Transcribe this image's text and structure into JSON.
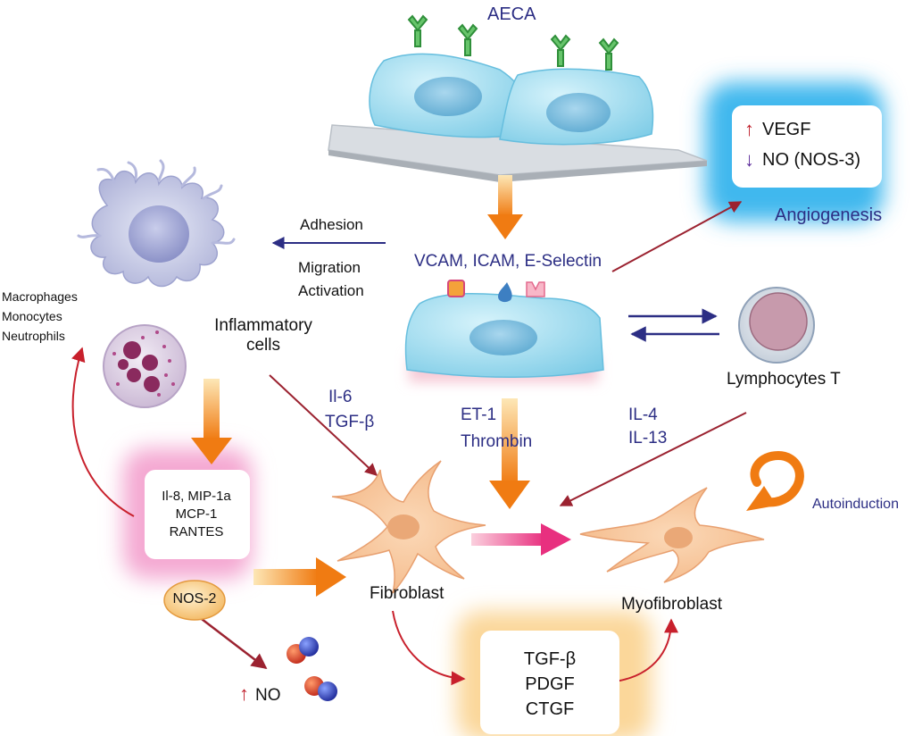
{
  "top": {
    "aeca": "AECA"
  },
  "angiogenesis": {
    "vegf_arrow": "↑",
    "vegf": "VEGF",
    "no_arrow": "↓",
    "no": "NO (NOS-3)",
    "label": "Angiogenesis"
  },
  "endothelium": {
    "adhesion_molecules": "VCAM, ICAM, E-Selectin",
    "et1": "ET-1",
    "thrombin": "Thrombin"
  },
  "inflammation": {
    "adhesion": "Adhesion",
    "migration": "Migration",
    "activation": "Activation",
    "cells_line1": "Inflammatory",
    "cells_line2": "cells",
    "types": [
      "Macrophages",
      "Monocytes",
      "Neutrophils"
    ]
  },
  "cytokines": {
    "il6": "Il-6",
    "tgfb": "TGF-β",
    "il4": "IL-4",
    "il13": "IL-13"
  },
  "chemokine_box": [
    "Il-8, MIP-1a",
    "MCP-1",
    "RANTES"
  ],
  "nos": {
    "nos2": "NOS-2",
    "no_arrow": "↑",
    "no": "NO"
  },
  "lymphocytes": "Lymphocytes T",
  "fibroblast": "Fibroblast",
  "myofibroblast": "Myofibroblast",
  "autoinduction": "Autoinduction",
  "growth_factors": [
    "TGF-β",
    "PDGF",
    "CTGF"
  ],
  "colors": {
    "navy": "#2c2e84",
    "cell_blue": "#9fdcf0",
    "orange": "#f08a1c",
    "dark_red": "#9b2230",
    "pink": "#e83d8a"
  }
}
